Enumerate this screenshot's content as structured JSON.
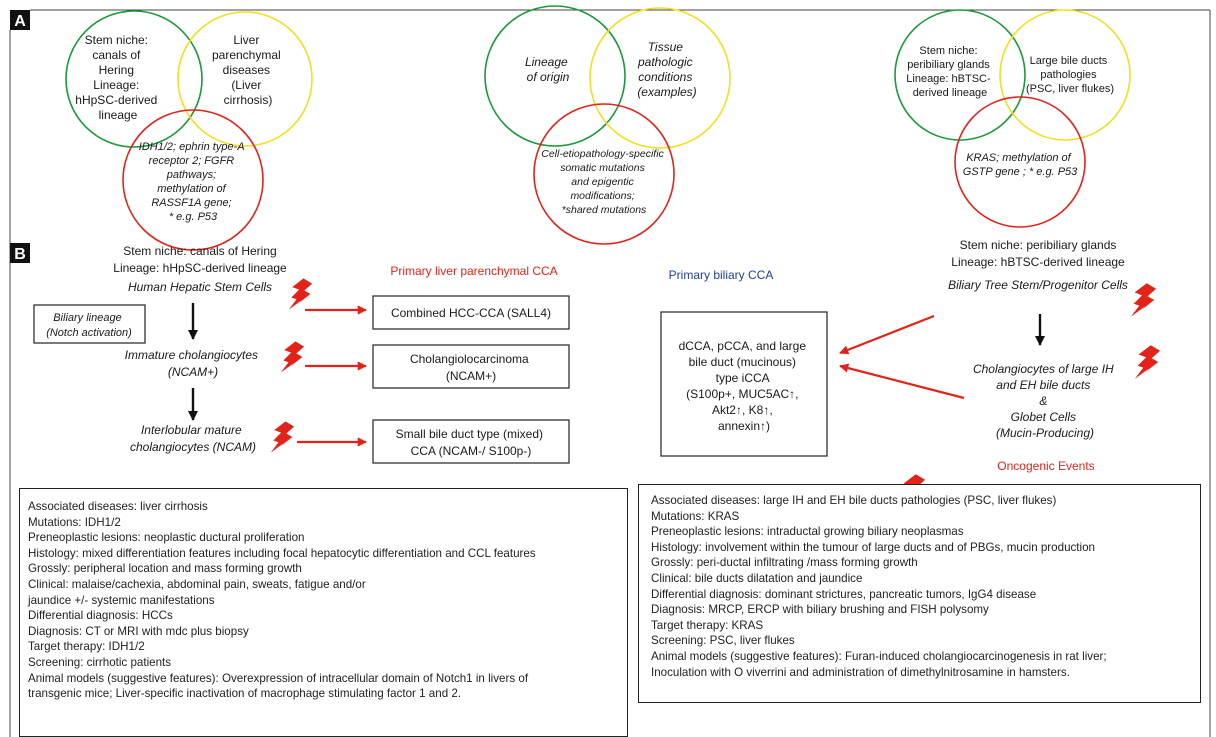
{
  "panels": {
    "a": "A",
    "b": "B"
  },
  "venn": {
    "left": {
      "green": [
        "Stem niche:",
        "canals of",
        "Hering",
        "Lineage:",
        "hHpSC-derived",
        "lineage"
      ],
      "yellow": [
        "Liver",
        "parenchymal",
        "diseases",
        "(Liver",
        "cirrhosis)"
      ],
      "red": [
        "IDH1/2; ephrin type-A",
        "receptor 2; FGFR",
        "pathways;",
        "methylation of",
        "RASSF1A gene;",
        "* e.g. P53"
      ]
    },
    "center": {
      "green": [
        "Lineage",
        "of origin"
      ],
      "yellow": [
        "Tissue",
        "pathologic",
        "conditions",
        "(examples)"
      ],
      "red": [
        "Cell-etiopathology-specific",
        "somatic mutations",
        "and epigentic",
        "modifications;",
        "*shared mutations"
      ]
    },
    "right": {
      "green": [
        "Stem niche:",
        "peribiliary glands",
        "Lineage: hBTSC-",
        "derived lineage"
      ],
      "yellow": [
        "Large bile ducts",
        "pathologies",
        "(PSC, liver flukes)"
      ],
      "red": [
        "KRAS; methylation of",
        "GSTP gene ; * e.g. P53"
      ]
    }
  },
  "left_column": {
    "stem_niche": "Stem niche: canals of Hering",
    "lineage": "Lineage: hHpSC-derived lineage",
    "stem_cells": "Human Hepatic Stem Cells",
    "biliary_lineage": [
      "Biliary lineage",
      "(Notch activation)"
    ],
    "immature": [
      "Immature cholangiocytes",
      "(NCAM+)"
    ],
    "interlobular": [
      "Interlobular mature",
      "cholangiocytes (NCAM)"
    ]
  },
  "primary_liver_title": "Primary liver parenchymal CCA",
  "primary_biliary_title": "Primary biliary CCA",
  "outcomes": {
    "combined": "Combined HCC-CCA (SALL4)",
    "cholangiocarcinoma": [
      "Cholangiolocarcinoma",
      "(NCAM+)"
    ],
    "small_duct": [
      "Small bile duct type (mixed)",
      "CCA (NCAM-/ S100p-)"
    ],
    "biliary": [
      "dCCA, pCCA, and large",
      "bile duct (mucinous)",
      "type iCCA",
      "(S100p+, MUC5AC↑,",
      "Akt2↑, K8↑,",
      "annexin↑)"
    ]
  },
  "right_column": {
    "stem_niche": "Stem niche: peribiliary glands",
    "lineage": "Lineage: hBTSC-derived lineage",
    "stem_cells": "Biliary Tree Stem/Progenitor Cells",
    "cholangiocytes": [
      "Cholangiocytes of large IH",
      "and EH bile ducts",
      "&",
      "Globet Cells",
      "(Mucin-Producing)"
    ],
    "oncogenic_label": "Oncogenic Events"
  },
  "left_info": [
    "Associated diseases: liver cirrhosis",
    "Mutations: IDH1/2",
    "Preneoplastic lesions: neoplastic ductural proliferation",
    "Histology: mixed differentiation features including focal hepatocytic differentiation and CCL features",
    "Grossly: peripheral location and mass forming growth",
    "Clinical: malaise/cachexia, abdominal pain, sweats, fatigue and/or",
    " jaundice +/- systemic manifestations",
    "Differential diagnosis: HCCs",
    "Diagnosis: CT or MRI with mdc plus biopsy",
    "Target therapy: IDH1/2",
    "Screening: cirrhotic patients",
    "Animal models (suggestive features): Overexpression of intracellular domain of Notch1 in livers of",
    " transgenic mice; Liver-specific inactivation of macrophage stimulating factor 1 and 2."
  ],
  "right_info": [
    "Associated diseases: large IH and EH bile ducts pathologies (PSC, liver flukes)",
    "Mutations: KRAS",
    "Preneoplastic lesions: intraductal growing biliary neoplasmas",
    "Histology: involvement within the tumour of large ducts and of PBGs, mucin production",
    "Grossly: peri-ductal infiltrating /mass forming growth",
    "Clinical: bile ducts dilatation and jaundice",
    "Differential diagnosis: dominant strictures, pancreatic tumors, IgG4 disease",
    "Diagnosis: MRCP, ERCP with biliary brushing and FISH polysomy",
    "Target therapy: KRAS",
    "Screening: PSC, liver flukes",
    "Animal models (suggestive features): Furan-induced cholangiocarcinogenesis in rat liver;",
    "Inoculation with O viverrini and administration of dimethylnitrosamine in hamsters."
  ],
  "colors": {
    "green": "#1a9a3a",
    "yellow": "#f0e020",
    "red": "#e2231a",
    "blue": "#1f3f99",
    "line": "#222222"
  }
}
